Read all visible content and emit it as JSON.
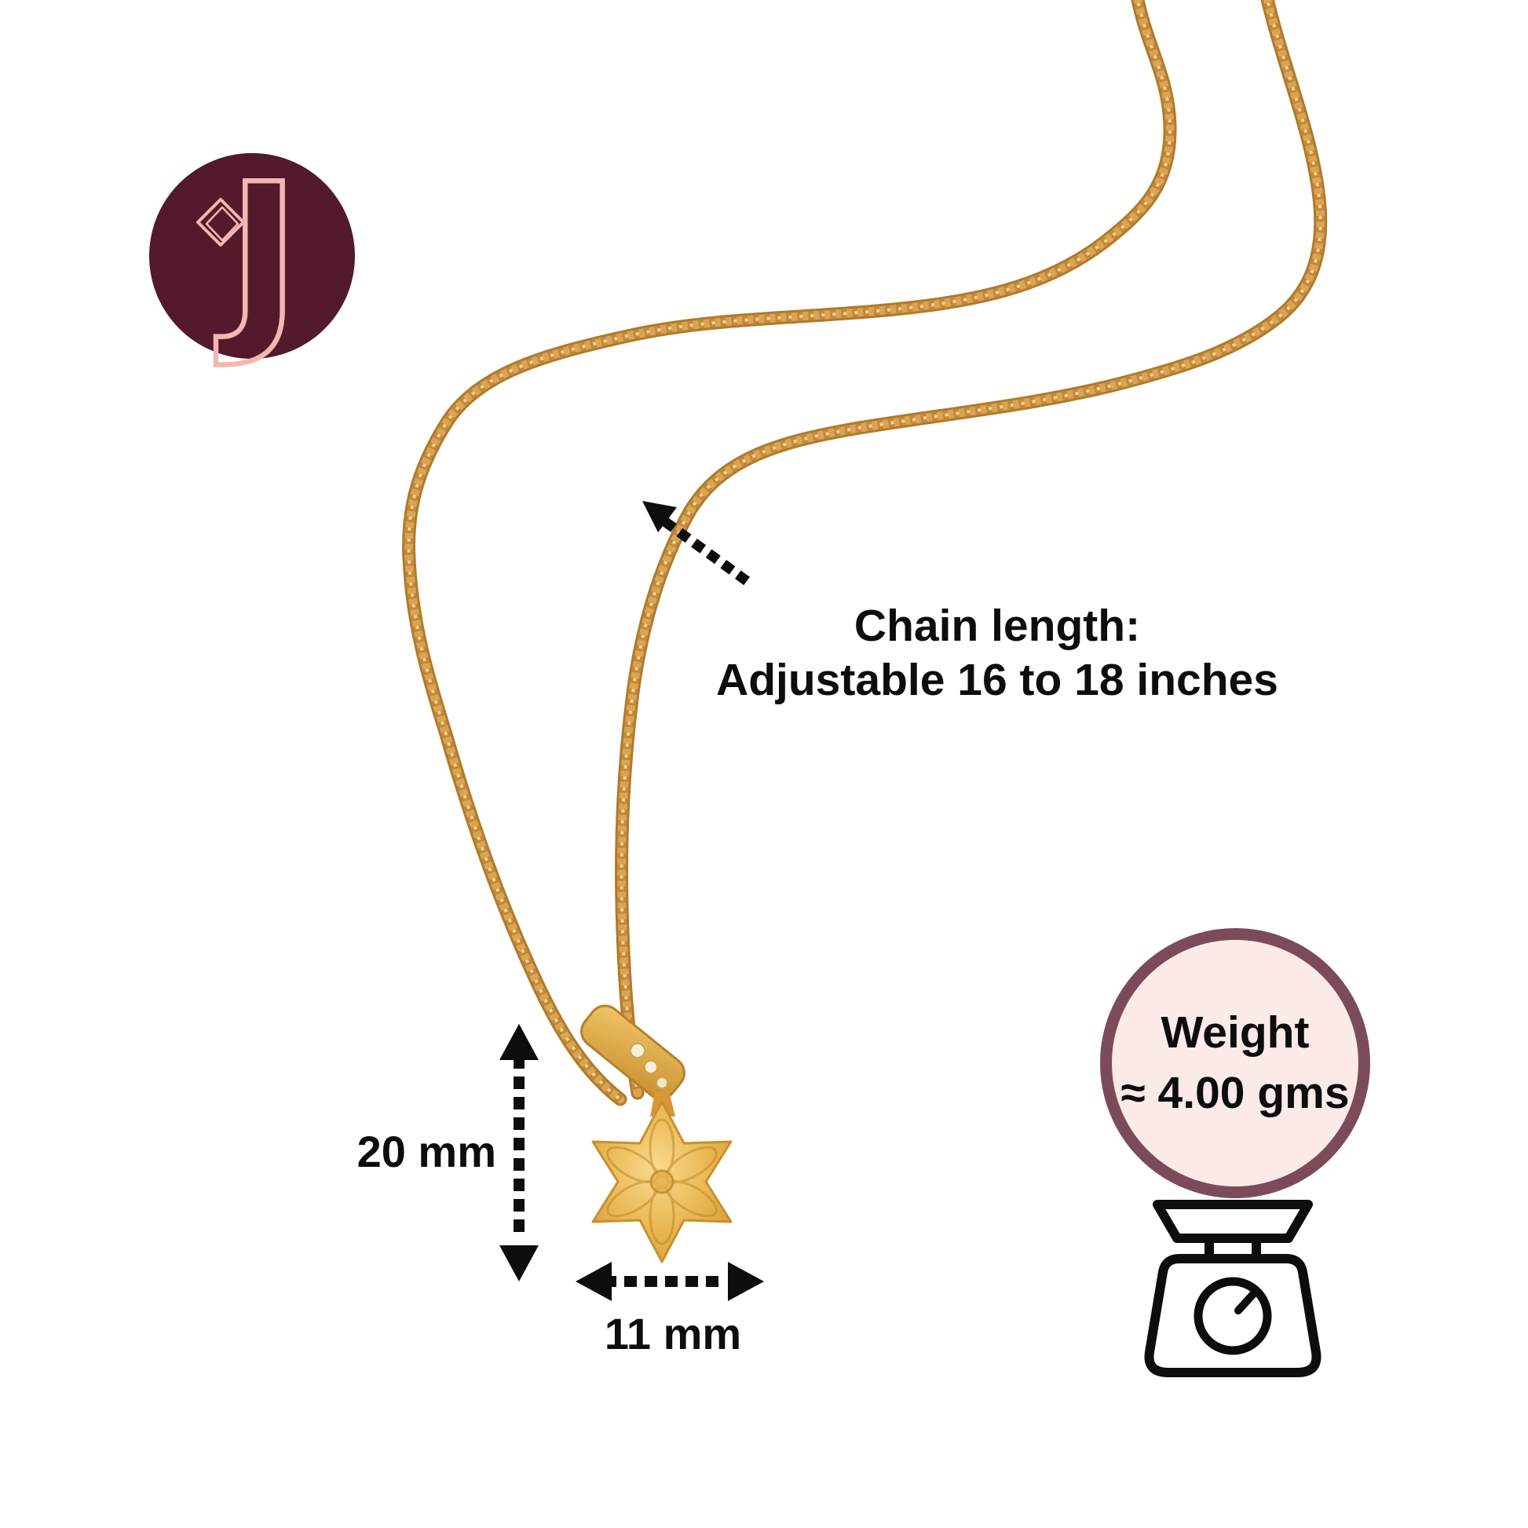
{
  "brand": {
    "logo_letter": "J",
    "logo_icon": "diamond-gem-icon",
    "logo_circle_color": "#521a2b",
    "logo_accent_color": "#f4b6b1"
  },
  "product": {
    "item": "gold chain necklace with six-pointed star pendant",
    "chain_gold_color": "#cd9440",
    "chain_highlight_color": "#ecc27c",
    "star_gold_color": "#e9b753"
  },
  "annotations": {
    "chain_length": {
      "line1": "Chain length:",
      "line2": "Adjustable 16 to 18 inches"
    },
    "pendant_height_label": "20 mm",
    "pendant_width_label": "11 mm",
    "weight": {
      "title": "Weight",
      "value": "≈ 4.00 gms"
    }
  },
  "icons": {
    "scale": "weighing-scale-icon",
    "chain_pointer": "dotted-arrow-up-left",
    "height_arrow": "vertical-double-arrow",
    "width_arrow": "horizontal-double-arrow"
  },
  "badge_colors": {
    "weight_border": "#7c4b59",
    "weight_fill": "#fbeae8",
    "annotation_text": "#0d0d0d"
  }
}
